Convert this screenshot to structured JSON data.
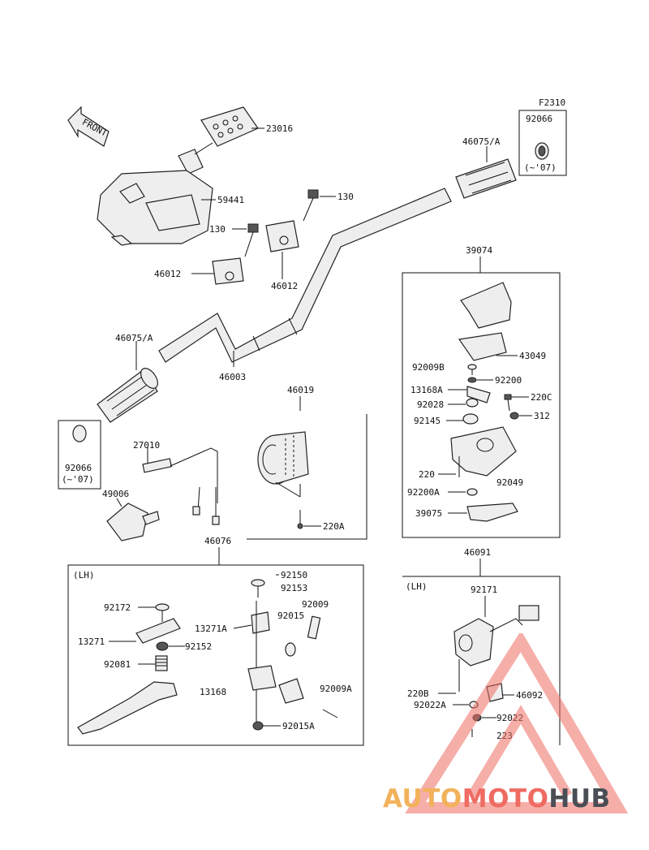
{
  "diagram": {
    "code": "F2310",
    "front_label": "FRONT",
    "parts": {
      "p23016": "23016",
      "p59441": "59441",
      "p130a": "130",
      "p130b": "130",
      "p46012a": "46012",
      "p46012b": "46012",
      "p46075a": "46075/A",
      "p46075b": "46075/A",
      "p46003": "46003",
      "p92066a": "92066",
      "p92066a_note": "(~'07)",
      "p92066b": "92066",
      "p92066b_note": "(~'07)",
      "p39074": "39074",
      "p43049": "43049",
      "p92009b": "92009B",
      "p92200": "92200",
      "p13168a": "13168A",
      "p220c": "220C",
      "p92028": "92028",
      "p312": "312",
      "p92145": "92145",
      "p220": "220",
      "p92049": "92049",
      "p92200a": "92200A",
      "p39075": "39075",
      "p46019": "46019",
      "p27010": "27010",
      "p49006": "49006",
      "p220a": "220A",
      "p46076": "46076",
      "lh1": "(LH)",
      "p92150": "92150",
      "p92153": "92153",
      "p92172": "92172",
      "p92009": "92009",
      "p13271a": "13271A",
      "p92015": "92015",
      "p13271": "13271",
      "p92152": "92152",
      "p92081": "92081",
      "p13168": "13168",
      "p92009a": "92009A",
      "p92015a": "92015A",
      "p46091": "46091",
      "lh2": "(LH)",
      "p92171": "92171",
      "p220b": "220B",
      "p46092": "46092",
      "p92022a": "92022A",
      "p92022": "92022",
      "p223": "223"
    }
  },
  "watermark": {
    "part1": "AUTO",
    "part2": "MOTO",
    "part3": "HUB",
    "colors": {
      "orange": "#f2b25a",
      "red": "#ef6b62",
      "dark": "#4a4e55"
    }
  }
}
